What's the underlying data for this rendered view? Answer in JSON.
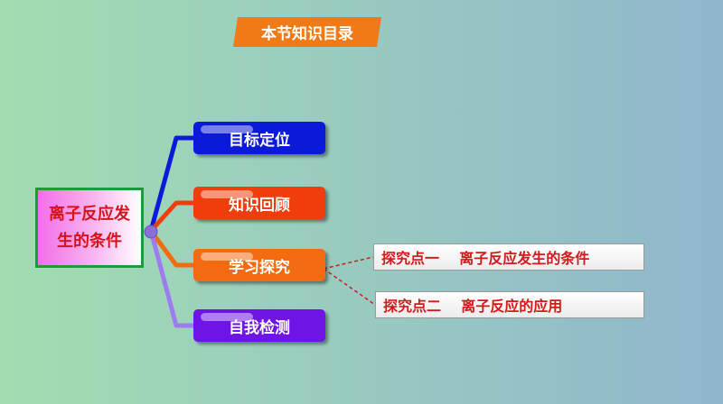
{
  "title": "本节知识目录",
  "root": {
    "line1": "离子反应发",
    "line2": "生的条件"
  },
  "branches": [
    {
      "label": "目标定位",
      "color": "#0a1ad8"
    },
    {
      "label": "知识回顾",
      "color": "#ef3e0c"
    },
    {
      "label": "学习探究",
      "color": "#f36b10"
    },
    {
      "label": "自我检测",
      "color": "#6f14e6"
    }
  ],
  "study_topics": [
    {
      "label": "探究点一    离子反应发生的条件"
    },
    {
      "label": "探究点二    离子反应的应用"
    }
  ],
  "colors": {
    "root_border": "#1f9a3a",
    "root_text": "#d4141a",
    "title_bg": "#f07a16",
    "hub": "#8a6fd8"
  }
}
